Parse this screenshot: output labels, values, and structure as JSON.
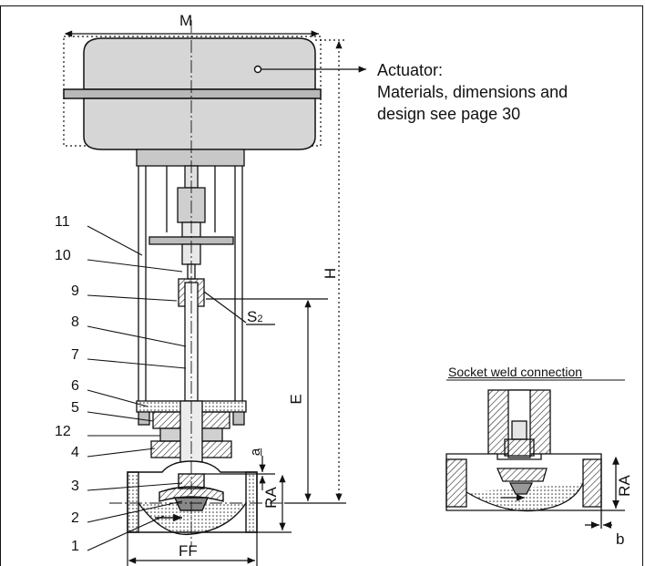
{
  "dimensions": {
    "M": "M",
    "H": "H",
    "E": "E",
    "RA": "RA",
    "FF": "FF",
    "a": "a",
    "b": "b",
    "RA_detail": "RA",
    "S2_main": "S",
    "S2_sub": "2"
  },
  "parts": [
    "1",
    "2",
    "3",
    "4",
    "12",
    "5",
    "6",
    "7",
    "8",
    "9",
    "10",
    "11"
  ],
  "actuator_note": {
    "line1": "Actuator:",
    "line2": "Materials, dimensions and",
    "line3": "design see page 30"
  },
  "detail_title": "Socket weld connection"
}
